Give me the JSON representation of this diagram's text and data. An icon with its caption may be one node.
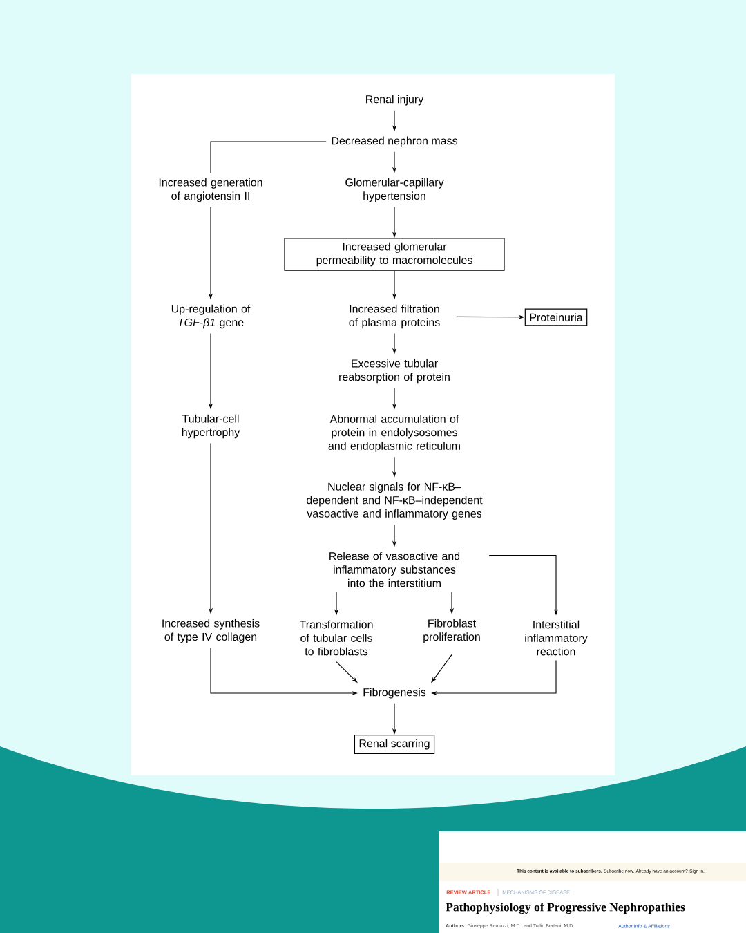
{
  "diagram": {
    "nodes": [
      {
        "text": [
          "Renal injury"
        ]
      },
      {
        "text": [
          "Decreased nephron mass"
        ]
      },
      {
        "text": [
          "Increased generation of angiotensin II"
        ]
      },
      {
        "text": [
          "Glomerular-capillary hypertension"
        ]
      },
      {
        "text": [
          "Increased glomerular permeability to macromolecules"
        ]
      },
      {
        "text": [
          "Up-regulation of *TGF-β1* gene"
        ]
      },
      {
        "text": [
          "Increased filtration of plasma proteins"
        ]
      },
      {
        "text": [
          "Proteinuria"
        ]
      },
      {
        "text": [
          "Excessive tubular reabsorption of protein"
        ]
      },
      {
        "text": [
          "Tubular-cell hypertrophy"
        ]
      },
      {
        "text": [
          "Abnormal accumulation of protein in endolysosomes and endoplasmic reticulum"
        ]
      },
      {
        "text": [
          "Nuclear signals for NF-κB–dependent and NF-κB–independent vasoactive and inflammatory genes"
        ]
      },
      {
        "text": [
          "Release of vasoactive and inflammatory substances into the interstitium"
        ]
      },
      {
        "text": [
          "Increased synthesis of type IV collagen"
        ]
      },
      {
        "text": [
          "Transformation of tubular cells to fibroblasts"
        ]
      },
      {
        "text": [
          "Fibroblast proliferation"
        ]
      },
      {
        "text": [
          "Interstitial inflammatory reaction"
        ]
      },
      {
        "text": [
          "Fibrogenesis"
        ]
      },
      {
        "text": [
          "Renal scarring"
        ]
      }
    ],
    "edges": [
      {
        "from": 0,
        "to": 1,
        "arrow": "to"
      },
      {
        "from": 1,
        "to": 2,
        "arrow": "none"
      },
      {
        "from": 1,
        "to": 3,
        "arrow": "to"
      },
      {
        "from": 3,
        "to": 4,
        "arrow": "to"
      },
      {
        "from": 2,
        "to": 5,
        "arrow": "to"
      },
      {
        "from": 4,
        "to": 6,
        "arrow": "to"
      },
      {
        "from": 6,
        "to": 7,
        "arrow": "to"
      },
      {
        "from": 6,
        "to": 8,
        "arrow": "to"
      },
      {
        "from": 5,
        "to": 9,
        "arrow": "to"
      },
      {
        "from": 8,
        "to": 10,
        "arrow": "to"
      },
      {
        "from": 9,
        "to": 13,
        "arrow": "to"
      },
      {
        "from": 10,
        "to": 11,
        "arrow": "to"
      },
      {
        "from": 11,
        "to": 12,
        "arrow": "to"
      },
      {
        "from": 12,
        "to": 14,
        "arrow": "to"
      },
      {
        "from": 12,
        "to": 15,
        "arrow": "to"
      },
      {
        "from": 12,
        "to": 16,
        "arrow": "to"
      },
      {
        "from": 13,
        "to": 17,
        "arrow": "to"
      },
      {
        "from": 14,
        "to": 17,
        "arrow": "to"
      },
      {
        "from": 15,
        "to": 17,
        "arrow": "to"
      },
      {
        "from": 16,
        "to": 17,
        "arrow": "to"
      },
      {
        "from": 17,
        "to": 18,
        "arrow": "to"
      }
    ],
    "labels": [
      "**This content is available to subscribers.** Subscribe now. Already have an account? Sign in.",
      "REVIEW ARTICLE",
      "MECHANISMS OF DISEASE",
      "Pathophysiology of Progressive Nephropathies",
      "**Authors**: Giuseppe Remuzzi, M.D., and Tullio Bertani, M.D.",
      "Author Info & Affiliations"
    ]
  }
}
